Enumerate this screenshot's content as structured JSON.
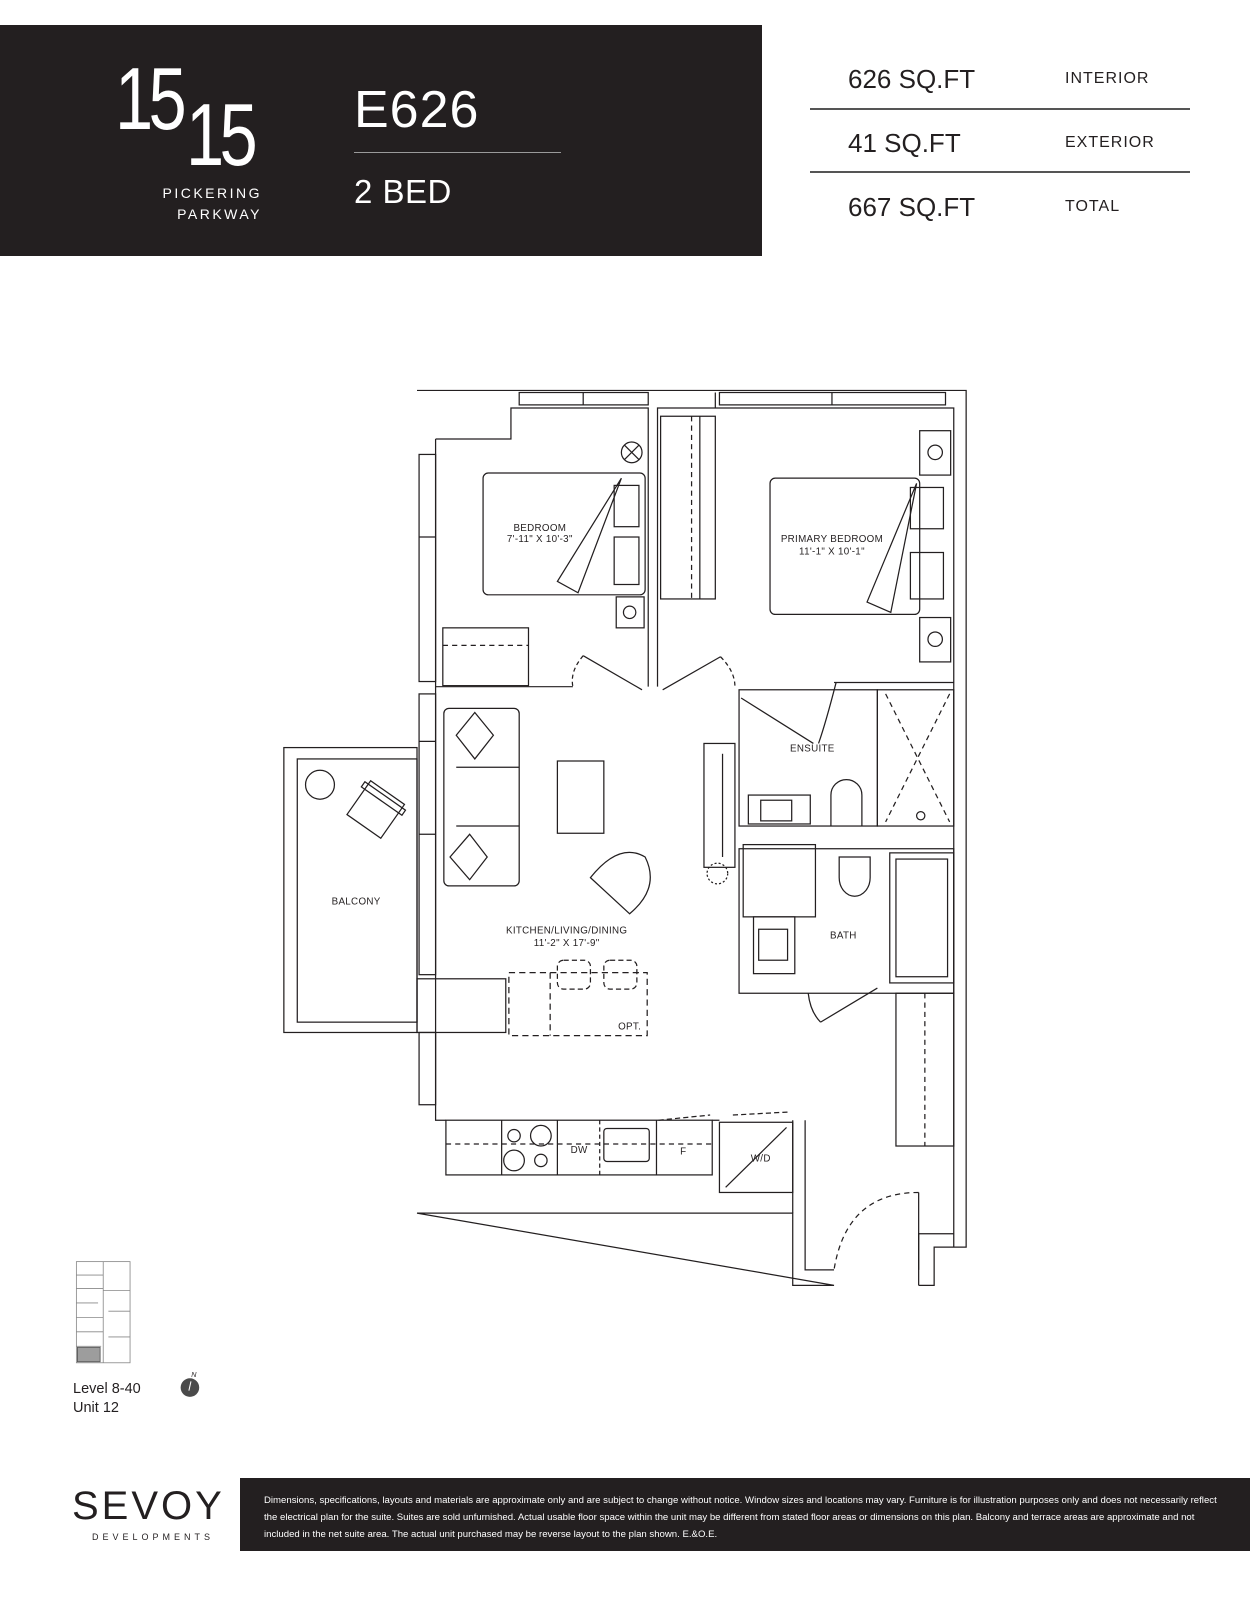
{
  "brand": {
    "logo_top": "15",
    "logo_bottom": "15",
    "logo_line1": "PICKERING",
    "logo_line2": "PARKWAY"
  },
  "unit": {
    "name": "E626",
    "beds": "2 BED"
  },
  "areas": [
    {
      "value": "626 SQ.FT",
      "label": "INTERIOR"
    },
    {
      "value": "41 SQ.FT",
      "label": "EXTERIOR"
    },
    {
      "value": "667 SQ.FT",
      "label": "TOTAL"
    }
  ],
  "plan": {
    "rooms": {
      "bedroom": {
        "name": "BEDROOM",
        "size": "7'-11\" X 10'-3\""
      },
      "primary": {
        "name": "PRIMARY BEDROOM",
        "size": "11'-1\" X 10'-1\""
      },
      "ensuite": {
        "name": "ENSUITE"
      },
      "balcony": {
        "name": "BALCONY"
      },
      "kld": {
        "name": "KITCHEN/LIVING/DINING",
        "size": "11'-2\" X 17'-9\""
      },
      "bath": {
        "name": "BATH"
      }
    },
    "fixtures": {
      "opt": "OPT.",
      "dw": "DW",
      "fridge": "F",
      "wd": "W/D"
    }
  },
  "keyplan": {
    "level": "Level 8-40",
    "unit": "Unit 12",
    "north": "N",
    "highlight_color": "#9d9d9d"
  },
  "developer": {
    "name": "SEVOY",
    "sub": "DEVELOPMENTS"
  },
  "disclaimer": "Dimensions, specifications, layouts and materials are approximate only and are subject to change without notice. Window sizes and locations may vary. Furniture is for illustration purposes only and does not necessarily reflect the electrical plan for the suite. Suites are sold unfurnished. Actual usable floor space within the unit may be different from stated floor areas or dimensions on this plan. Balcony and terrace areas are approximate and not included in the net suite area. The actual unit purchased may be reverse layout to the plan shown. E.&O.E."
}
